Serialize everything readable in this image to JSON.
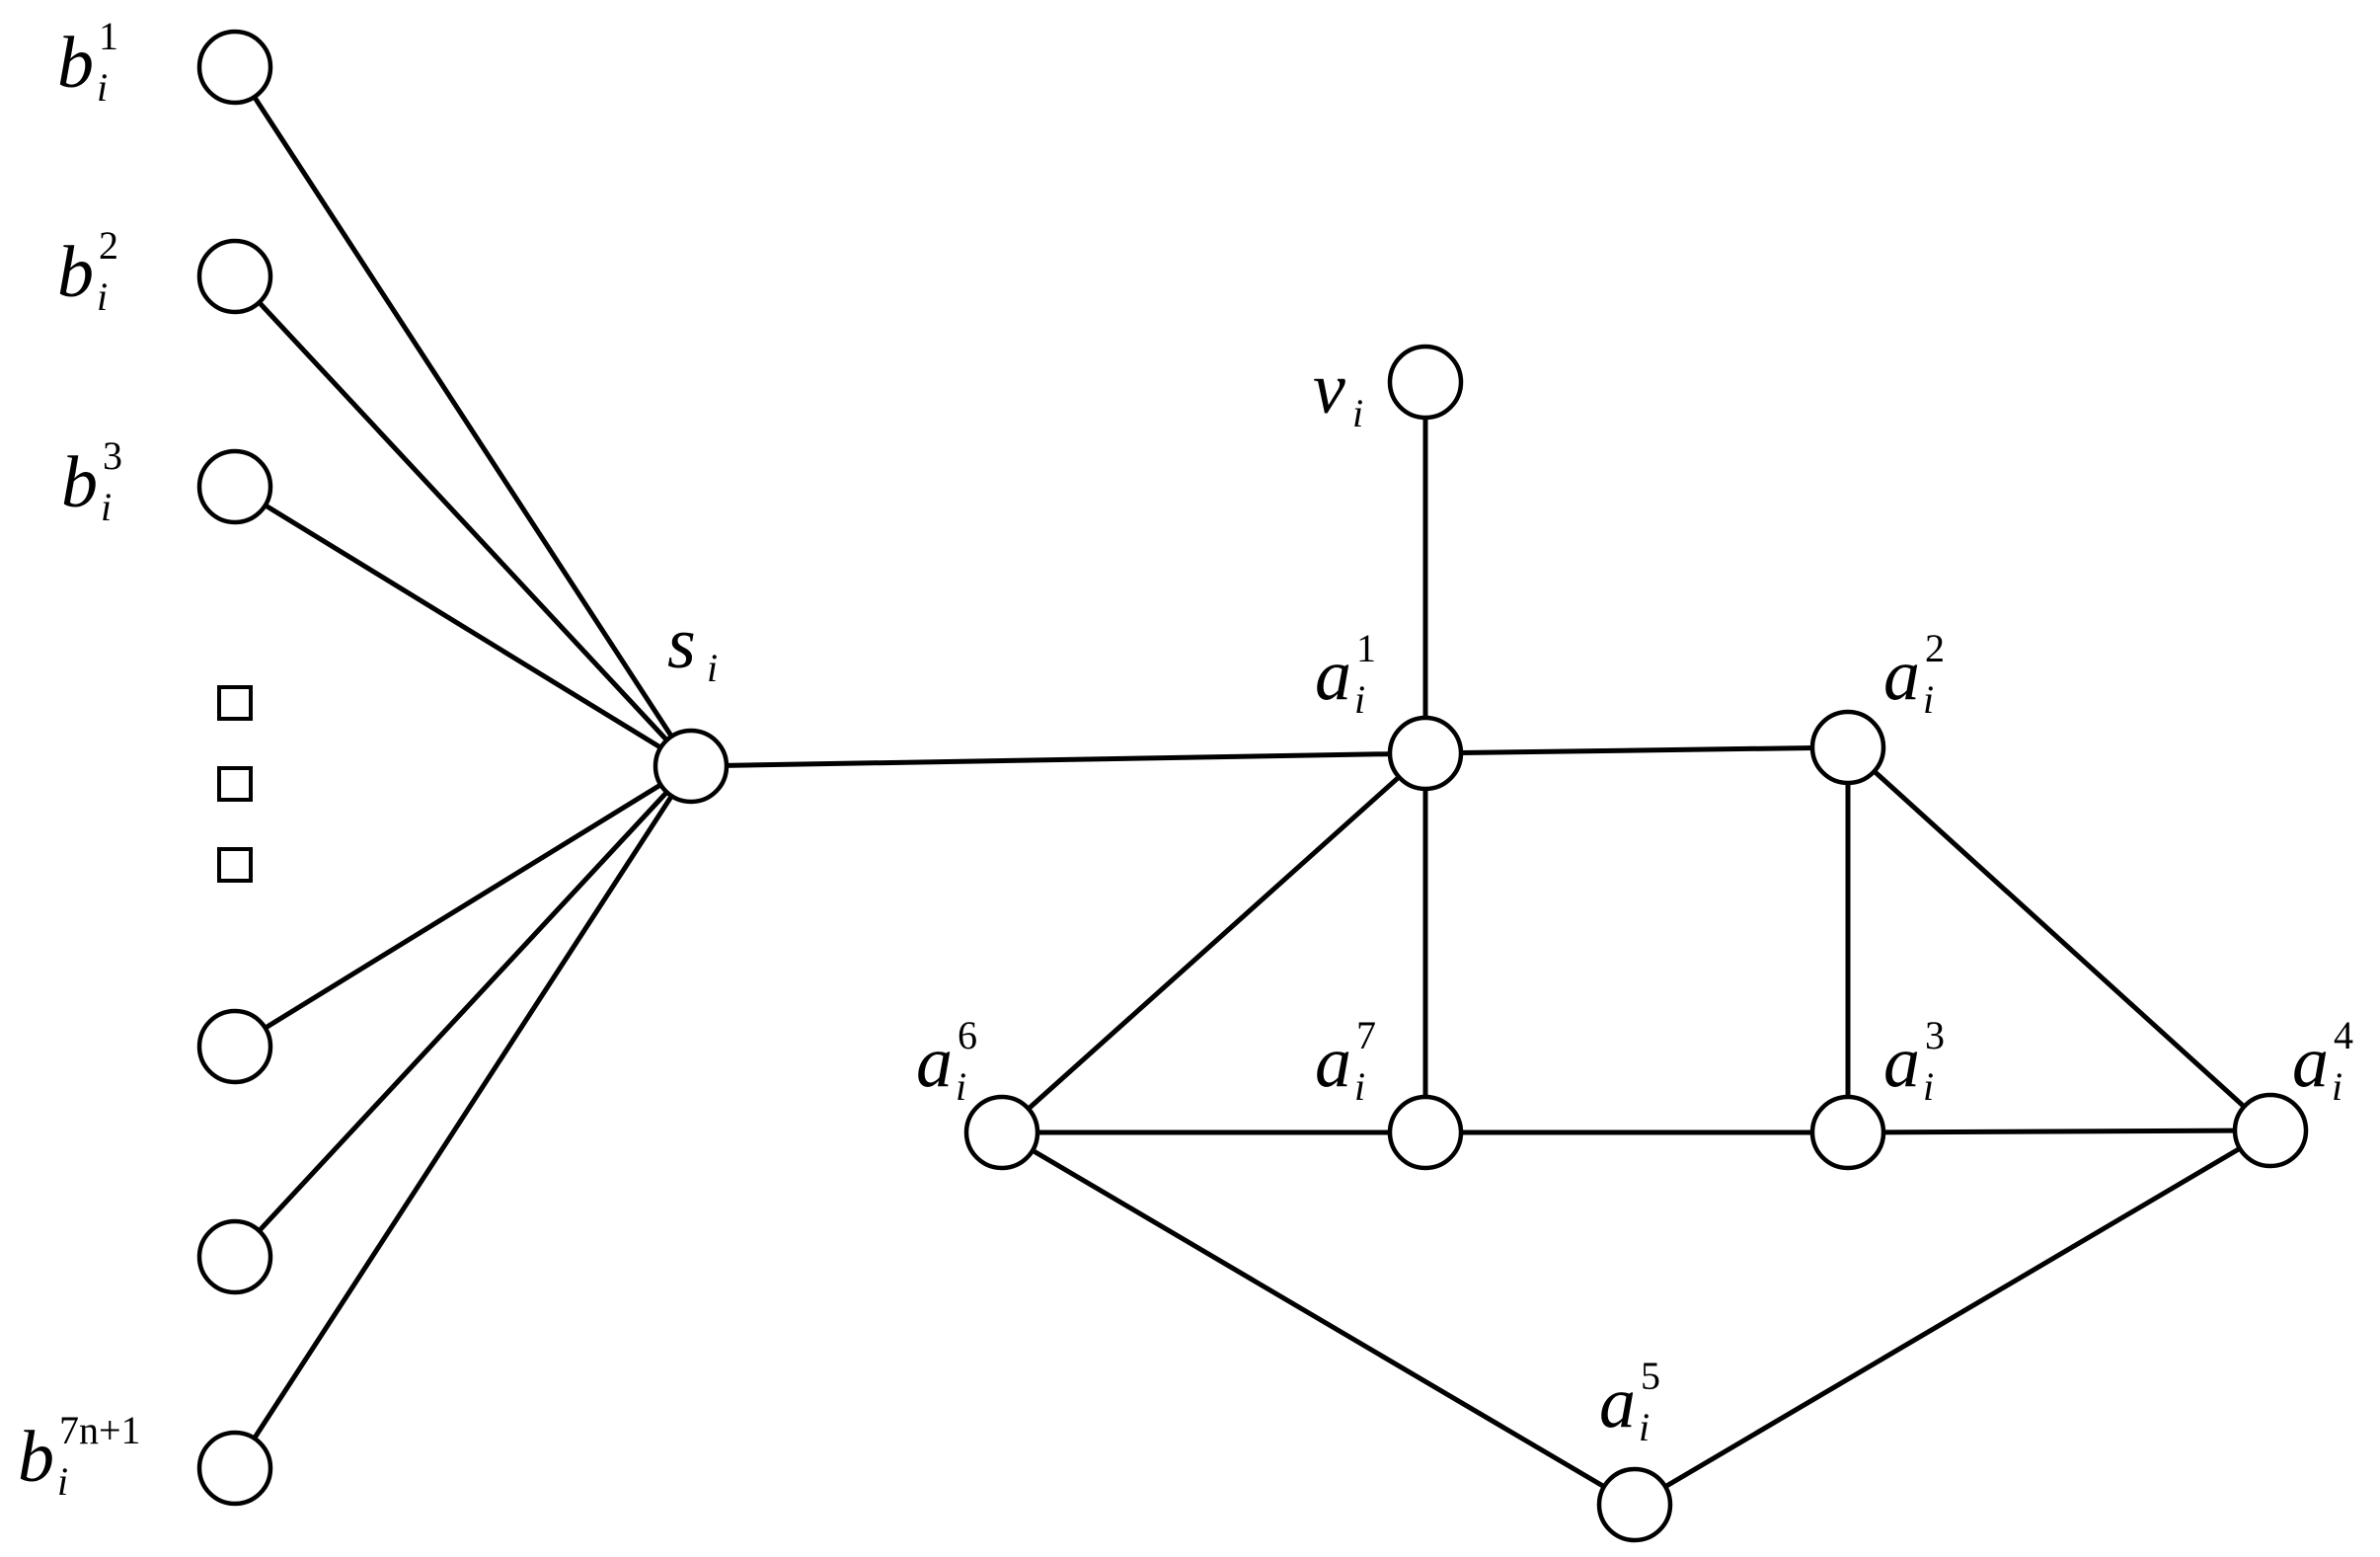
{
  "diagram": {
    "colors": {
      "stroke": "#000000",
      "node_fill": "#ffffff",
      "background": "#ffffff"
    },
    "ellipsis": {
      "symbol": "square-ellipsis",
      "count": 3
    },
    "nodes": [
      {
        "id": "b1",
        "label": {
          "base": "b",
          "sub": "i",
          "sup": "1"
        }
      },
      {
        "id": "b2",
        "label": {
          "base": "b",
          "sub": "i",
          "sup": "2"
        }
      },
      {
        "id": "b3",
        "label": {
          "base": "b",
          "sub": "i",
          "sup": "3"
        }
      },
      {
        "id": "bx1",
        "label": null
      },
      {
        "id": "bx2",
        "label": null
      },
      {
        "id": "b7n1",
        "label": {
          "base": "b",
          "sub": "i",
          "sup": "7n+1"
        }
      },
      {
        "id": "s",
        "label": {
          "base": "s",
          "sub": "i",
          "sup": ""
        }
      },
      {
        "id": "v",
        "label": {
          "base": "v",
          "sub": "i",
          "sup": ""
        }
      },
      {
        "id": "a1",
        "label": {
          "base": "a",
          "sub": "i",
          "sup": "1"
        }
      },
      {
        "id": "a2",
        "label": {
          "base": "a",
          "sub": "i",
          "sup": "2"
        }
      },
      {
        "id": "a3",
        "label": {
          "base": "a",
          "sub": "i",
          "sup": "3"
        }
      },
      {
        "id": "a4",
        "label": {
          "base": "a",
          "sub": "i",
          "sup": "4"
        }
      },
      {
        "id": "a5",
        "label": {
          "base": "a",
          "sub": "i",
          "sup": "5"
        }
      },
      {
        "id": "a6",
        "label": {
          "base": "a",
          "sub": "i",
          "sup": "6"
        }
      },
      {
        "id": "a7",
        "label": {
          "base": "a",
          "sub": "i",
          "sup": "7"
        }
      }
    ],
    "edges": [
      [
        "b1",
        "s"
      ],
      [
        "b2",
        "s"
      ],
      [
        "b3",
        "s"
      ],
      [
        "bx1",
        "s"
      ],
      [
        "bx2",
        "s"
      ],
      [
        "b7n1",
        "s"
      ],
      [
        "s",
        "a1"
      ],
      [
        "v",
        "a1"
      ],
      [
        "a1",
        "a2"
      ],
      [
        "a1",
        "a7"
      ],
      [
        "a1",
        "a6"
      ],
      [
        "a2",
        "a3"
      ],
      [
        "a2",
        "a4"
      ],
      [
        "a6",
        "a7"
      ],
      [
        "a7",
        "a3"
      ],
      [
        "a3",
        "a4"
      ],
      [
        "a6",
        "a5"
      ],
      [
        "a4",
        "a5"
      ]
    ]
  }
}
